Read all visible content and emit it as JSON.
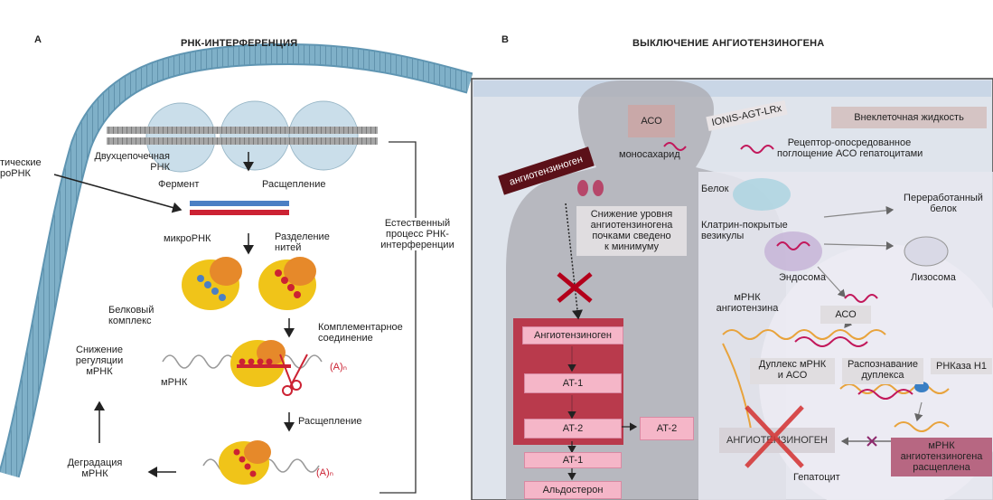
{
  "panel_a": {
    "letter": "A",
    "title": "РНК-ИНТЕРФЕРЕНЦИЯ",
    "synthetic_mirna": "тические\nроРНК",
    "double_rna": "Двухцепочечная\nРНК",
    "enzyme": "Фермент",
    "cleavage_1": "Расщепление",
    "mirna": "микроРНК",
    "strand_sep": "Разделение\nнитей",
    "protein_complex": "Белковый\nкомплекс",
    "complementary": "Комплементарное\nсоединение",
    "mrna": "мРНК",
    "poly_a_1": "(A)ₙ",
    "cleavage_2": "Расщепление",
    "poly_a_2": "(A)ₙ",
    "down_reg": "Снижение\nрегуляции\nмРНК",
    "degradation": "Деградация\nмРНК",
    "natural_process": "Естественный\nпроцесс РНК-\nинтерференции"
  },
  "panel_b": {
    "letter": "B",
    "title": "ВЫКЛЮЧЕНИЕ АНГИОТЕНЗИНОГЕНА",
    "aso": "АСО",
    "ionis": "IONIS-AGT-LRx",
    "extracellular": "Внеклеточная жидкость",
    "angiotensinogen_tag": "ангиотензиноген",
    "monosaccharide": "моносахарид",
    "receptor_uptake": "Рецептор-опосредованное\nпоглощение АСО гепатоцитами",
    "protein": "Белок",
    "recycled": "Переработанный\nбелок",
    "kidney_reduction": "Снижение уровня\nангиотензиногена\nпочками сведено\nк минимуму",
    "clathrin": "Клатрин-покрытые\nвезикулы",
    "endosome": "Эндосома",
    "lysosome": "Лизосома",
    "agt_mrna": "мРНК\nангиотензина",
    "aso_2": "АСО",
    "duplex": "Дуплекс мРНК\nи АСО",
    "duplex_recog": "Распознавание\nдуплекса",
    "rnase": "РНКаза H1",
    "angiotensinogen_big": "АНГИОТЕНЗИНОГЕН",
    "hepatocyte": "Гепатоцит",
    "mrna_cleaved": "мРНК\nангиотензиногена\nрасщеплена",
    "cascade": [
      "Ангиотензиноген",
      "AT-1",
      "AT-2",
      "AT-1",
      "Альдостерон"
    ],
    "at2_side": "AT-2"
  }
}
